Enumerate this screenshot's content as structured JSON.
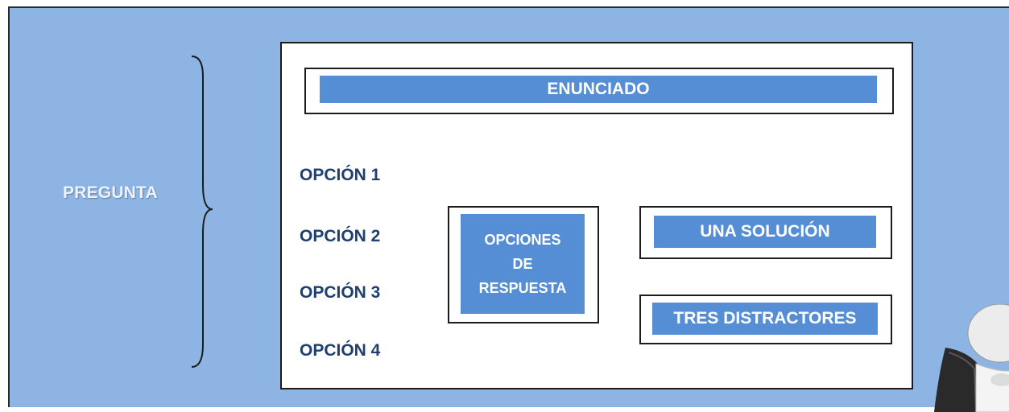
{
  "question_label": "PREGUNTA",
  "statement": "ENUNCIADO",
  "options": [
    "OPCIÓN 1",
    "OPCIÓN 2",
    "OPCIÓN 3",
    "OPCIÓN 4"
  ],
  "answer_options_lines": [
    "OPCIONES",
    "DE",
    "RESPUESTA"
  ],
  "solution": "UNA SOLUCIÓN",
  "distractors": "TRES DISTRACTORES",
  "colors": {
    "background": "#8eb4e3",
    "bar": "#558ed5",
    "option_text": "#1f3f6e",
    "label_text": "#eef3fa"
  },
  "decorative_icon": "3d-figure-icon"
}
